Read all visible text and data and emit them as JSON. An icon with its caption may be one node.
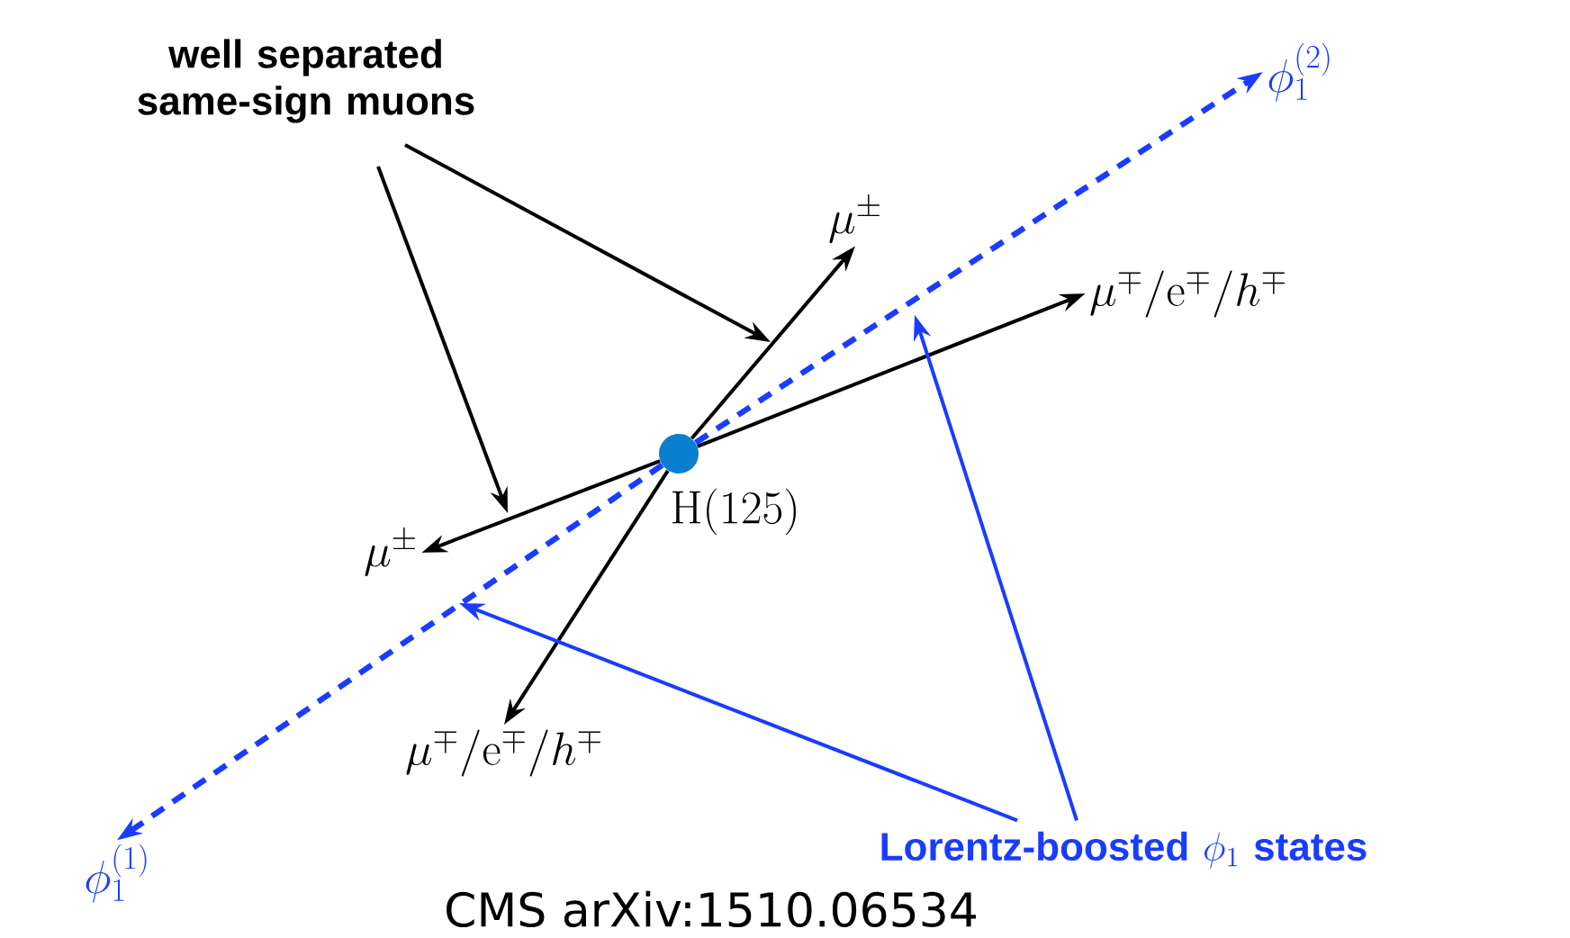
{
  "diagram": {
    "nodes": [
      {
        "text": [
          "well separated same-sign muons"
        ]
      },
      {
        "text": [],
        "shape": "circle",
        "beside": [
          "\\mathrm{H}(125)"
        ]
      },
      {
        "text": [
          "\\mu^{\\pm}"
        ]
      },
      {
        "text": [
          "\\mu^{\\mp}/\\mathrm{e}^{\\mp}/h^{\\mp}"
        ]
      },
      {
        "text": [
          "\\mu^{\\pm}"
        ]
      },
      {
        "text": [
          "\\mu^{\\mp}/\\mathrm{e}^{\\mp}/h^{\\mp}"
        ]
      },
      {
        "text": [
          "\\phi_1^{(2)}"
        ]
      },
      {
        "text": [
          "\\phi_1^{(1)}"
        ]
      },
      {
        "text": [
          "Lorentz-boosted",
          "\\phi_1",
          "states"
        ]
      }
    ],
    "edges": [
      {
        "from": 1,
        "to": 2,
        "arrow": "to"
      },
      {
        "from": 1,
        "to": 3,
        "arrow": "to"
      },
      {
        "from": 1,
        "to": 4,
        "arrow": "to"
      },
      {
        "from": 1,
        "to": 5,
        "arrow": "to"
      },
      {
        "from": 1,
        "to": 6,
        "arrow": "to",
        "style": "dashed",
        "color": "#1a3cff"
      },
      {
        "from": 1,
        "to": 7,
        "arrow": "to",
        "style": "dashed",
        "color": "#1a3cff"
      },
      {
        "from": 0,
        "to": null,
        "arrow": "to"
      },
      {
        "from": 0,
        "to": null,
        "arrow": "to"
      },
      {
        "from": 8,
        "to": null,
        "arrow": "to",
        "color": "#1a3cff"
      },
      {
        "from": 8,
        "to": null,
        "arrow": "to",
        "color": "#1a3cff"
      }
    ],
    "labels": [
      "CMS arXiv:1510.06534"
    ]
  }
}
